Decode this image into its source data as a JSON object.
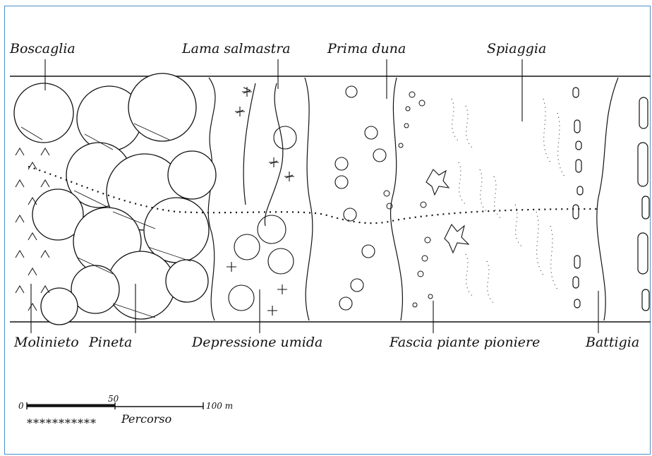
{
  "labels": {
    "boscaglia": "Boscaglia",
    "lama_salmastra": "Lama salmastra",
    "prima_duna": "Prima duna",
    "spiaggia": "Spiaggia",
    "molinieto": "Molinieto",
    "pineta": "Pineta",
    "depressione_umida": "Depressione umida",
    "fascia_piante_pioniere": "Fascia piante pioniere",
    "battigia": "Battigia"
  },
  "legend": {
    "scale_start": "0",
    "scale_mid": "50",
    "scale_end": "100 m",
    "path_symbol": "***********",
    "path_label": "Percorso"
  },
  "colors": {
    "ink": "#111111",
    "frame": "#4a90c8"
  }
}
